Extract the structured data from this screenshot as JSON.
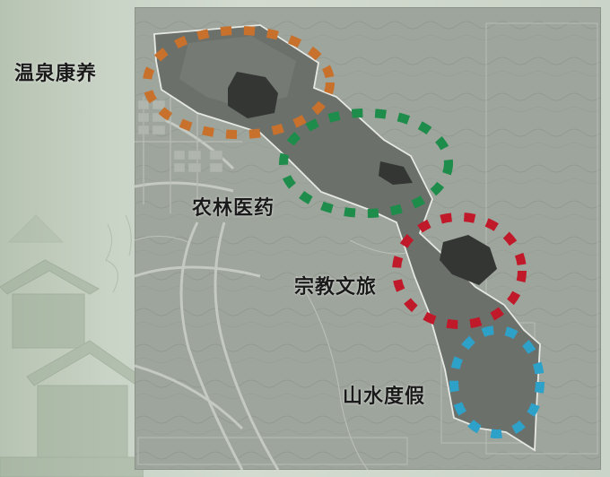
{
  "zones": [
    {
      "label": "温泉康养",
      "color": "#c8712c"
    },
    {
      "label": "农林医药",
      "color": "#1e8c4a"
    },
    {
      "label": "宗教文旅",
      "color": "#c0192a"
    },
    {
      "label": "山水度假",
      "color": "#2ea1c9"
    }
  ],
  "colors": {
    "map_background": "#9ea59c",
    "corridor_fill": "#6c706b",
    "feature_dark": "#333633",
    "page_background": "#c9d2c6"
  }
}
